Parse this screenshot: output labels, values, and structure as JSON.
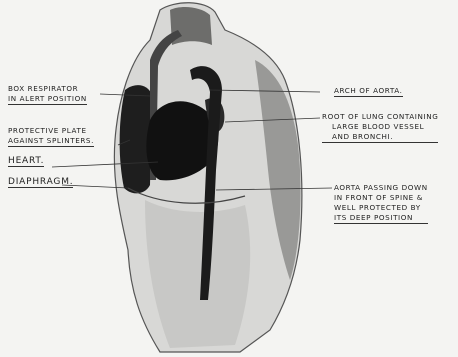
{
  "labels": {
    "box_respirator": [
      "BOX RESPIRATOR",
      "IN ALERT POSITION"
    ],
    "protective_plate": [
      "PROTECTIVE PLATE",
      "AGAINST SPLINTERS."
    ],
    "heart": "HEART.",
    "diaphragm": "DIAPHRAGM.",
    "arch_of_aorta": "ARCH OF AORTA.",
    "root_of_lung": [
      "ROOT OF LUNG CONTAINING",
      "LARGE BLOOD VESSEL",
      "AND BRONCHI."
    ],
    "aorta_down": [
      "AORTA PASSING DOWN",
      "IN FRONT OF SPINE &",
      "WELL PROTECTED BY",
      "ITS DEEP POSITION"
    ]
  },
  "colors": {
    "ink": "#222222",
    "heart": "#111111",
    "shade": "#9a9a9a",
    "paper": "#f4f4f2"
  }
}
